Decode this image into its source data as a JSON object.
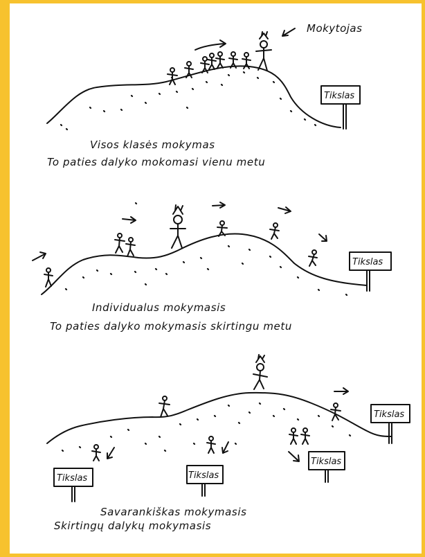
{
  "colors": {
    "border": "#f7c22e",
    "ink": "#111111",
    "background": "#ffffff"
  },
  "teacher_label": "Mokytojas",
  "goal_sign": "Tikslas",
  "panels": [
    {
      "caption_line1": "Visos klasės mokymas",
      "caption_line2": "To paties dalyko mokomasi vienu metu"
    },
    {
      "caption_line1": "Individualus mokymasis",
      "caption_line2": "To paties dalyko mokymasis skirtingu metu"
    },
    {
      "caption_line1": "Savarankiškas mokymasis",
      "caption_line2": "Skirtingų dalykų mokymasis"
    }
  ],
  "icons": [
    "stick-figure-icon",
    "arrow-icon",
    "signpost-icon"
  ]
}
